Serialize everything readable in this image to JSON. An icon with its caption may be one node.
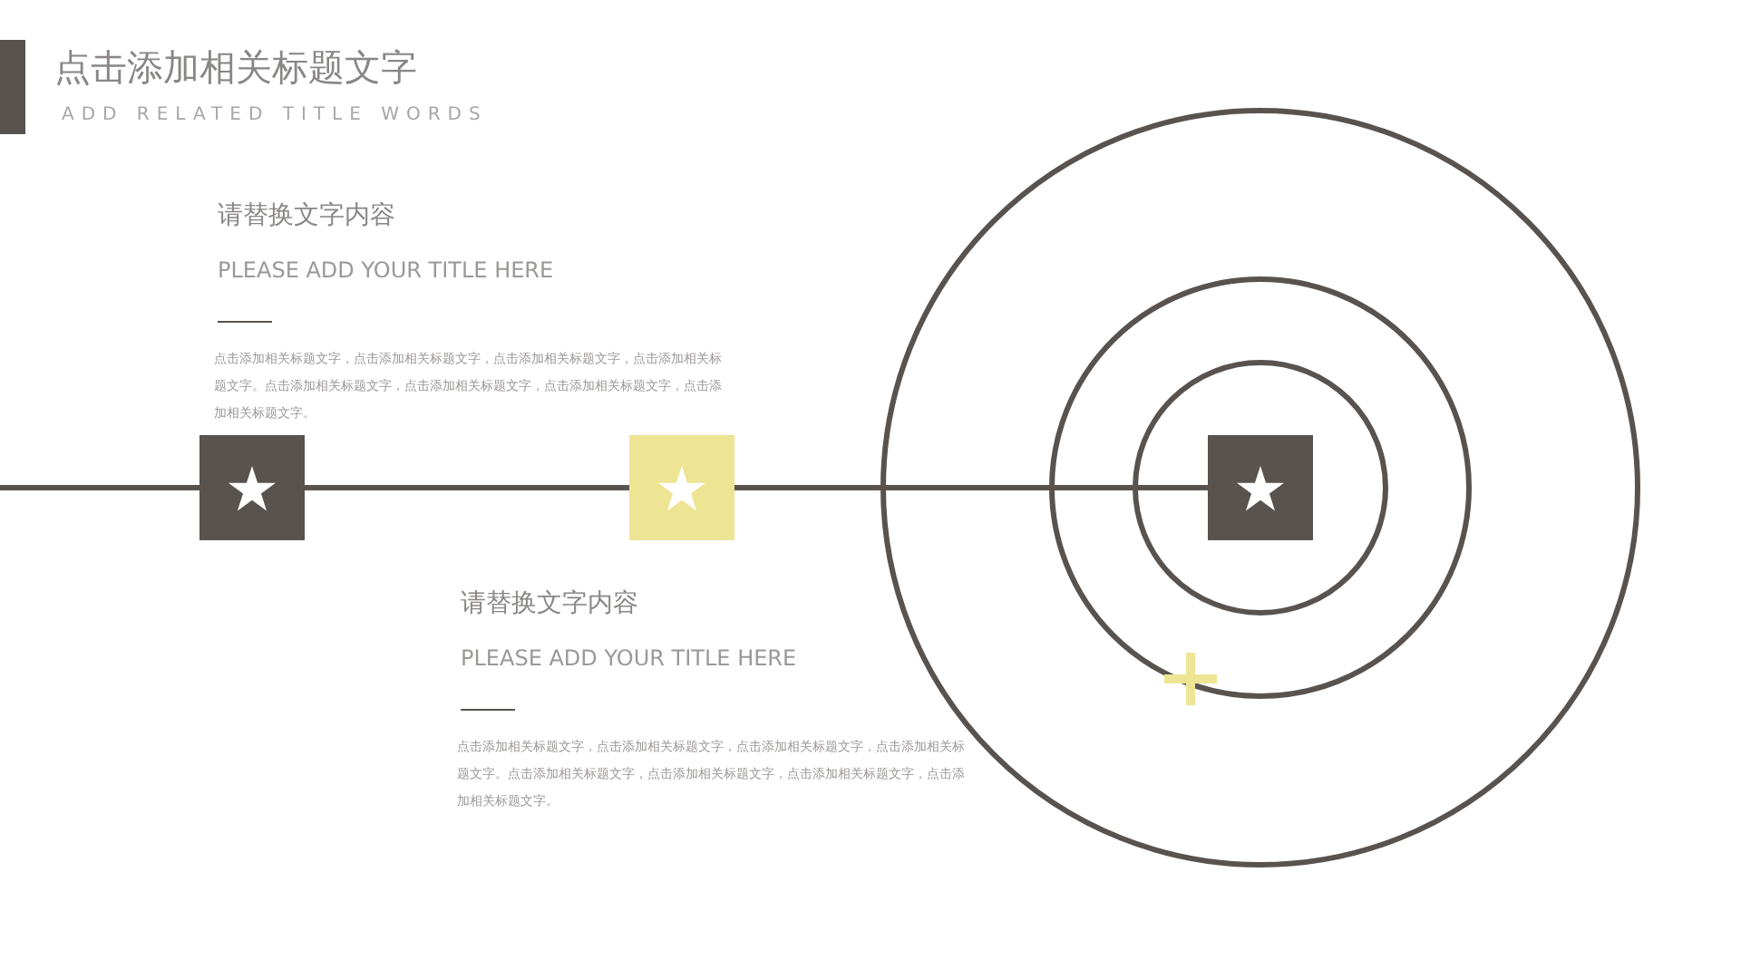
{
  "diagram": {
    "title": "点击添加相关标题文字",
    "nodes": [
      {
        "text": [],
        "shape": "box"
      },
      {
        "text": [],
        "shape": "box"
      },
      {
        "text": [],
        "shape": "box"
      }
    ],
    "edges": [
      {
        "from": null,
        "to": 0,
        "arrow": "none"
      },
      {
        "from": 0,
        "to": 1,
        "arrow": "none"
      },
      {
        "from": 1,
        "to": 2,
        "arrow": "none"
      }
    ],
    "labels": [
      "ADD RELATED TITLE WORDS",
      "请替换文字内容",
      "PLEASE ADD YOUR TITLE HERE",
      "点击添加相关标题文字，点击添加相关标题文字，点击添加相关标题文字，点击添加相关标题文字。点击添加相关标题文字，点击添加相关标题文字，点击添加相关标题文字，点击添加相关标题文字。",
      "请替换文字内容",
      "PLEASE ADD YOUR TITLE HERE",
      "点击添加相关标题文字，点击添加相关标题文字，点击添加相关标题文字，点击添加相关标题文字。点击添加相关标题文字，点击添加相关标题文字，点击添加相关标题文字，点击添加相关标题文字。"
    ]
  }
}
